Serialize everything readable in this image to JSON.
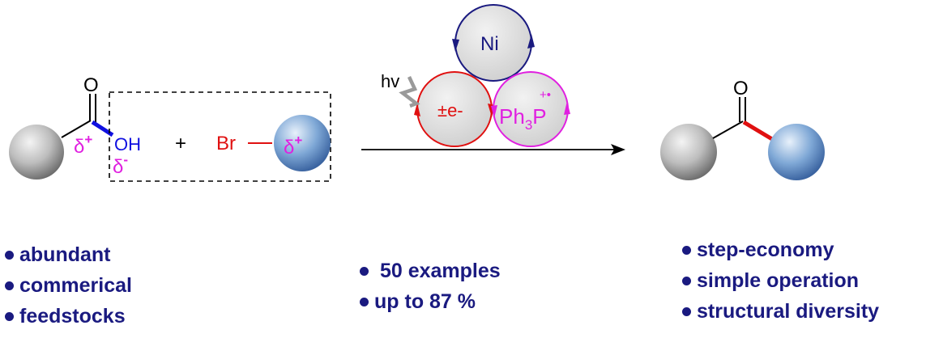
{
  "reactant": {
    "carbonyl_o": "O",
    "oh": "OH",
    "delta_plus": "δ",
    "delta_minus": "δ",
    "plus_sup": "+",
    "minus_sup": "-"
  },
  "plus_sign": "+",
  "bromide": {
    "br": "Br",
    "delta": "δ",
    "plus_sup": "+"
  },
  "catalysis": {
    "light": "hv",
    "nickel": "Ni",
    "electron": "±e-",
    "phosphine_main": "Ph",
    "phosphine_sub": "3",
    "phosphine_p": "P",
    "radical_cation": "+•"
  },
  "product": {
    "carbonyl_o": "O"
  },
  "left_list": [
    "abundant",
    "commerical",
    "feedstocks"
  ],
  "mid_list": [
    " 50 examples",
    "up to 87 %"
  ],
  "right_list": [
    "step-economy",
    "simple operation",
    "structural diversity"
  ],
  "colors": {
    "blue_text": "#1a1a80",
    "magenta": "#e020e0",
    "red": "#e01010",
    "navy_cycle": "#1a1a80",
    "bond_blue": "#1010e0"
  }
}
